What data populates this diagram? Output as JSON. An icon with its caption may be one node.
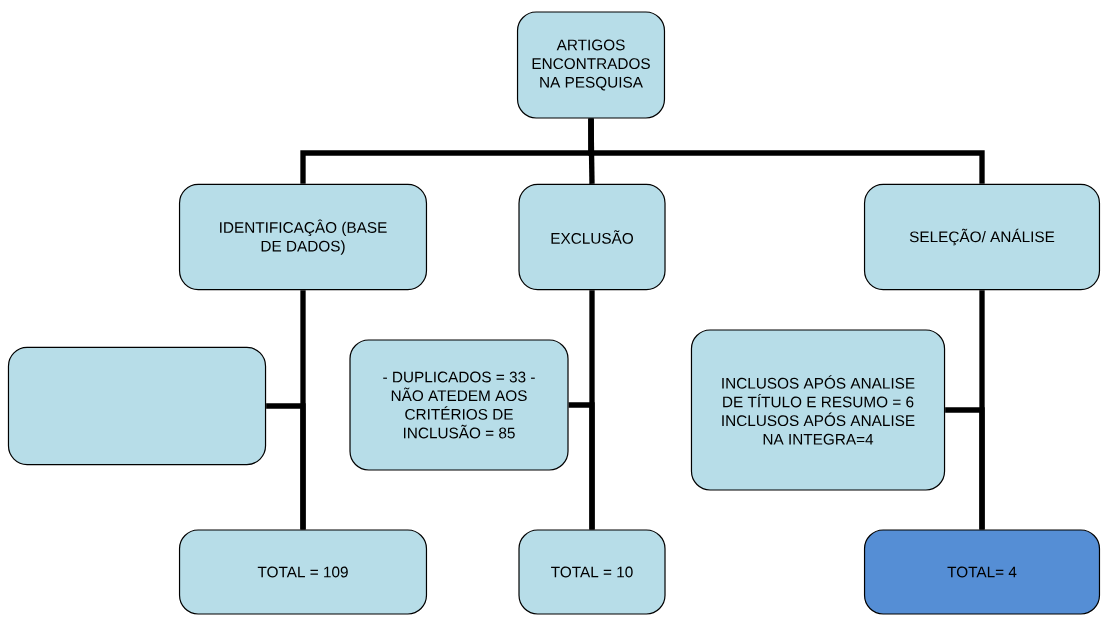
{
  "diagram": {
    "nodes": [
      {
        "text": [
          "ARTIGOS ENCONTRADOS NA PESQUISA"
        ]
      },
      {
        "text": [
          "IDENTIFICAÇÂO (BASE DE DADOS)"
        ]
      },
      {
        "text": [
          "EXCLUSÃO"
        ]
      },
      {
        "text": [
          "SELEÇÃO/ ANÁLISE"
        ]
      },
      {
        "text": [],
        "shape": "box"
      },
      {
        "text": [
          "- DUPLICADOS = 33 - NÃO ATEDEM AOS CRITÉRIOS DE INCLUSÃO = 85"
        ]
      },
      {
        "text": [
          "INCLUSOS APÓS ANALISE DE TÍTULO E RESUMO = 6 INCLUSOS APÓS ANALISE NA INTEGRA=4"
        ]
      },
      {
        "text": [
          "TOTAL = 109"
        ]
      },
      {
        "text": [
          "TOTAL = 10"
        ]
      },
      {
        "text": [
          "TOTAL= 4"
        ]
      }
    ],
    "edges": [
      {
        "from": 0,
        "to": 1,
        "arrow": "none"
      },
      {
        "from": 0,
        "to": 2,
        "arrow": "none"
      },
      {
        "from": 0,
        "to": 3,
        "arrow": "none"
      },
      {
        "from": 1,
        "to": 7,
        "arrow": "none"
      },
      {
        "from": 4,
        "to": 7,
        "arrow": "none"
      },
      {
        "from": 2,
        "to": 8,
        "arrow": "none"
      },
      {
        "from": 5,
        "to": 8,
        "arrow": "none"
      },
      {
        "from": 3,
        "to": 9,
        "arrow": "none"
      },
      {
        "from": 6,
        "to": 9,
        "arrow": "none"
      }
    ]
  }
}
